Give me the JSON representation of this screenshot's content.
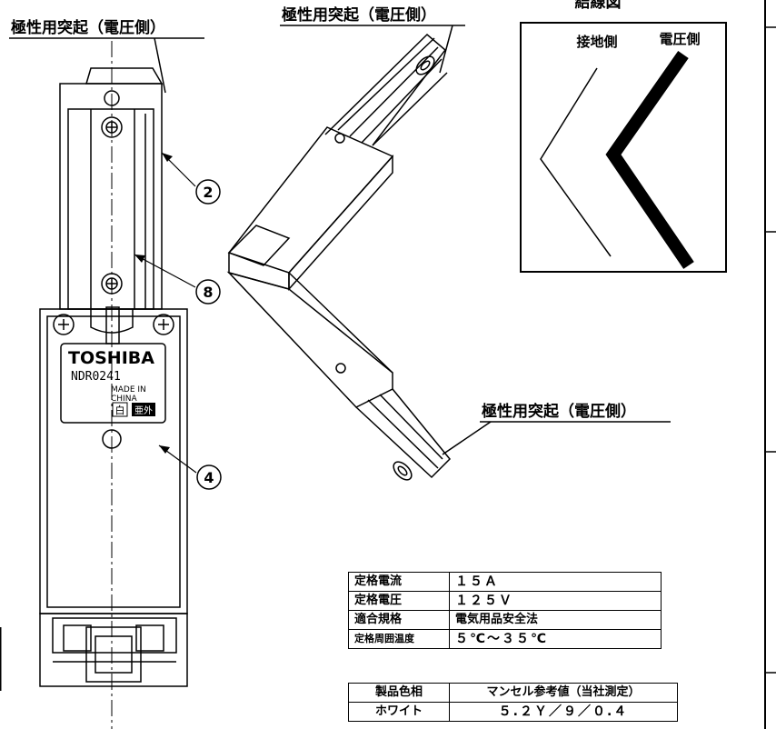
{
  "labels": {
    "top_left": "極性用突起（電圧側）",
    "top_center": "極性用突起（電圧側）",
    "bottom_right": "極性用突起（電圧側）"
  },
  "wiring": {
    "title": "結線図",
    "ground_side": "接地側",
    "voltage_side": "電圧側"
  },
  "callouts": [
    "2",
    "8",
    "4"
  ],
  "plate": {
    "brand": "TOSHIBA",
    "model": "NDR0241",
    "origin_1": "MADE IN",
    "origin_2": "CHINA",
    "mark_1": "白",
    "mark_2": "亜外"
  },
  "spec_table": [
    {
      "label": "定格電流",
      "value": "１５Ａ"
    },
    {
      "label": "定格電圧",
      "value": "１２５Ｖ"
    },
    {
      "label": "適合規格",
      "value": "電気用品安全法"
    },
    {
      "label": "定格周囲温度",
      "value": "５℃～３５℃"
    }
  ],
  "color_table": {
    "header_label": "製品色相",
    "header_value": "マンセル参考値（当社測定）",
    "row_label": "ホワイト",
    "row_value": "５.２Ｙ／９／０.４"
  }
}
